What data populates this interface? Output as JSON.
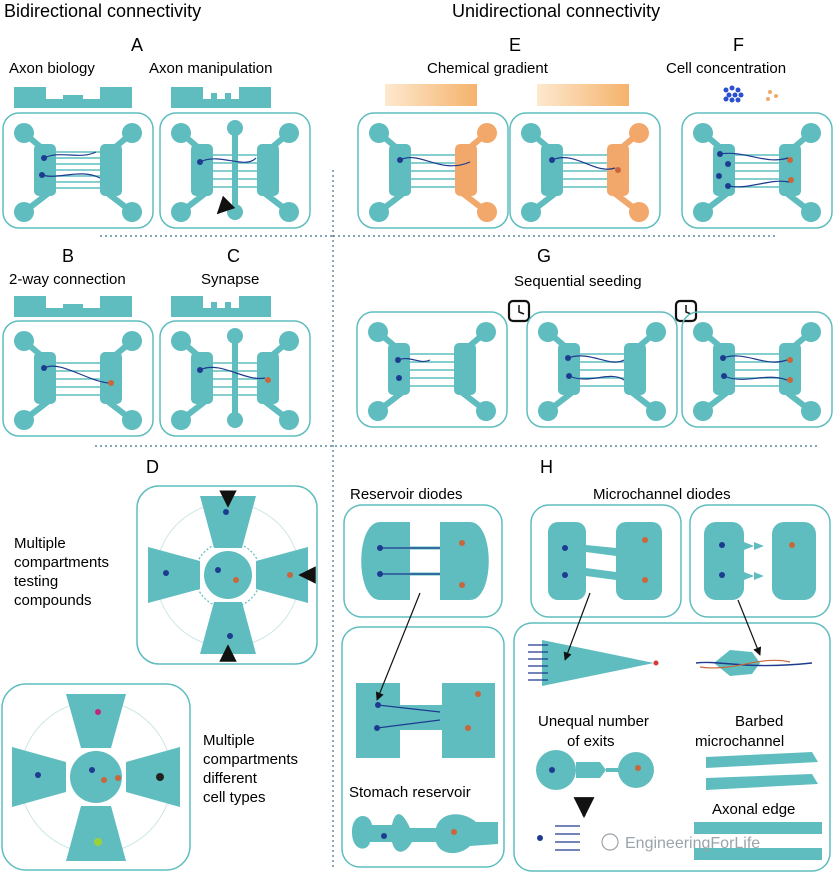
{
  "headers": {
    "bidirectional": "Bidirectional connectivity",
    "unidirectional": "Unidirectional connectivity"
  },
  "panel_letters": {
    "A": "A",
    "B": "B",
    "C": "C",
    "D": "D",
    "E": "E",
    "F": "F",
    "G": "G",
    "H": "H"
  },
  "labels": {
    "axon_biology": "Axon biology",
    "axon_manipulation": "Axon manipulation",
    "chemical_gradient": "Chemical gradient",
    "cell_concentration": "Cell concentration",
    "two_way": "2-way connection",
    "synapse": "Synapse",
    "sequential_seeding": "Sequential seeding",
    "d_top": [
      "Multiple",
      "compartments",
      "testing",
      "compounds"
    ],
    "d_bottom": [
      "Multiple",
      "compartments",
      "different",
      "cell types"
    ],
    "reservoir_diodes": "Reservoir diodes",
    "microchannel_diodes": "Microchannel diodes",
    "stomach_reservoir": "Stomach reservoir",
    "unequal_exits": [
      "Unequal number",
      "of exits"
    ],
    "barbed": [
      "Barbed",
      "microchannel"
    ],
    "axonal_edge": "Axonal edge"
  },
  "watermark": "EngineeringForLife",
  "colors": {
    "teal": "#5fbdbf",
    "teal_dark": "#3a9ea1",
    "orange": "#f2a86a",
    "neuron_blue": "#1d3b8f",
    "neuron_orange": "#c9673a",
    "divider": "#3f6f8a",
    "arrow_green": "#2e8b3a",
    "arrow_red": "#d63a3a",
    "arrow_blue": "#2a4fd0"
  }
}
